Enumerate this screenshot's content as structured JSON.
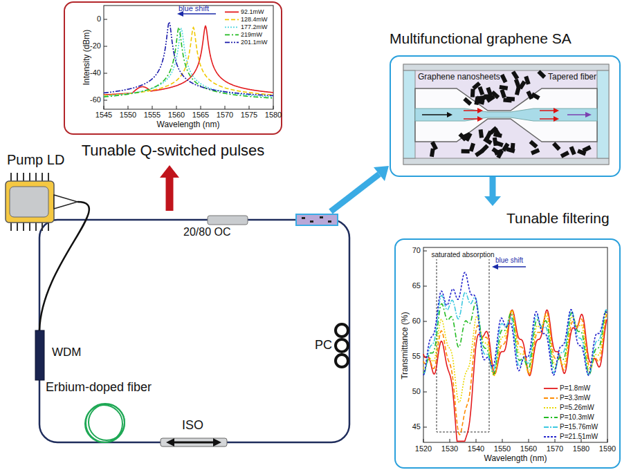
{
  "diagram": {
    "nodes": [
      {
        "text": [
          "Tunable Q-switched pulses"
        ]
      },
      {
        "text": [
          "Multifunctional graphene SA"
        ]
      },
      {
        "text": [
          "Tunable filtering"
        ]
      },
      {
        "text": [
          "20/80 OC"
        ]
      },
      {
        "text": [
          "WDM"
        ]
      }
    ],
    "edges": [
      {
        "from": 3,
        "to": 0,
        "arrow": "to"
      },
      {
        "from": 1,
        "to": 2,
        "arrow": "to"
      }
    ],
    "labels": [
      "Pump LD",
      "PC",
      "Erbium-doped fiber",
      "ISO",
      "Graphene nanosheets",
      "Tapered fiber",
      "blue shift",
      "Intensity (dBm)",
      "Wavelength (nm)",
      "0",
      "-20",
      "-40",
      "-60",
      "1545",
      "1550",
      "1555",
      "1560",
      "1565",
      "1570",
      "1575",
      "1580",
      "saturated absorption",
      "blue shift",
      "Transmittance (%)",
      "Wavelength (nm)",
      "45",
      "50",
      "55",
      "60",
      "65",
      "70",
      "1520",
      "1530",
      "1540",
      "1550",
      "1560",
      "1570",
      "1580",
      "1590"
    ],
    "legend": [
      {
        "text": "92.1mW"
      },
      {
        "text": "128.4mW"
      },
      {
        "text": "177.2mW"
      },
      {
        "text": "219mW"
      },
      {
        "text": "201.1mW"
      },
      {
        "text": "P=1.8mW"
      },
      {
        "text": "P=3.3mW"
      },
      {
        "text": "P=5.26mW"
      },
      {
        "text": "P=10.3mW"
      },
      {
        "text": "P=15.76mW"
      },
      {
        "text": "P=21.51mW"
      }
    ]
  }
}
